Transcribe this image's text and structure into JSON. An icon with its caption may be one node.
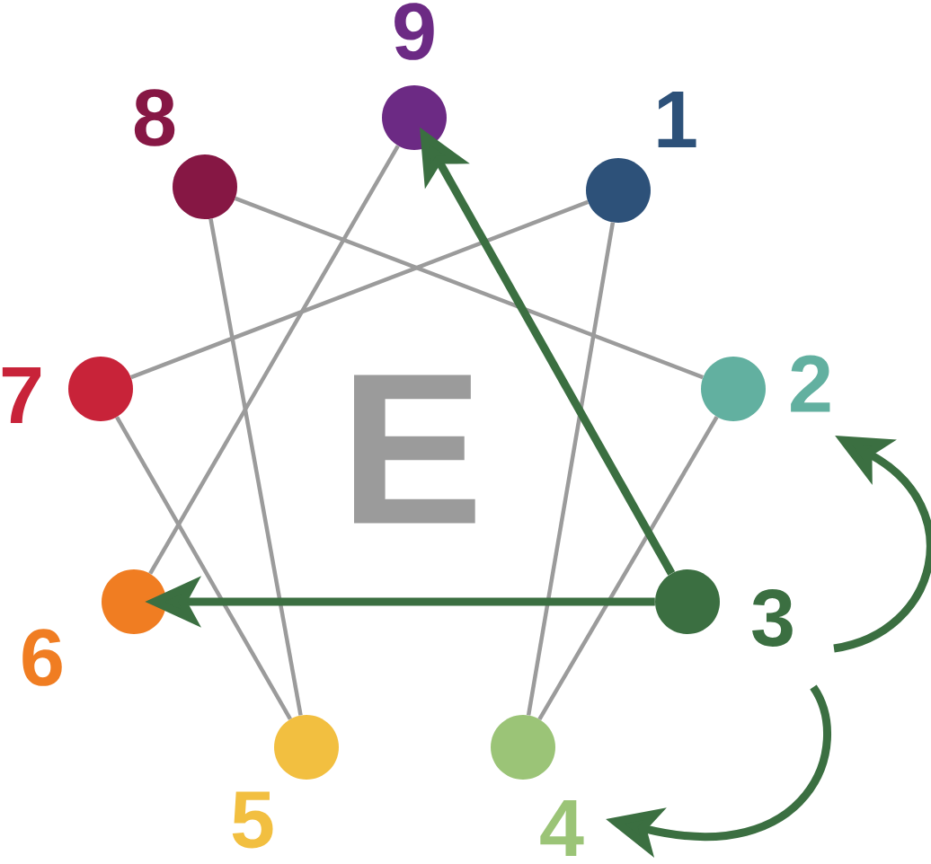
{
  "diagram": {
    "nodes": [
      {
        "text": [],
        "shape": "circle",
        "beside": [
          "9"
        ]
      },
      {
        "text": [],
        "shape": "circle",
        "beside": [
          "8"
        ]
      },
      {
        "text": [],
        "shape": "circle",
        "beside": [
          "1"
        ]
      },
      {
        "text": [],
        "shape": "circle",
        "beside": [
          "7"
        ]
      },
      {
        "text": [],
        "shape": "circle",
        "beside": [
          "2"
        ]
      },
      {
        "text": [],
        "shape": "circle",
        "beside": [
          "6"
        ]
      },
      {
        "text": [],
        "shape": "circle",
        "beside": [
          "3"
        ]
      },
      {
        "text": [],
        "shape": "circle",
        "beside": [
          "5"
        ]
      },
      {
        "text": [],
        "shape": "circle",
        "beside": [
          "4"
        ]
      }
    ],
    "edges": [
      {
        "from": 0,
        "to": 5,
        "arrow": "none"
      },
      {
        "from": 1,
        "to": 4,
        "arrow": "none"
      },
      {
        "from": 1,
        "to": 7,
        "arrow": "none"
      },
      {
        "from": 2,
        "to": 3,
        "arrow": "none"
      },
      {
        "from": 2,
        "to": 8,
        "arrow": "none"
      },
      {
        "from": 3,
        "to": 7,
        "arrow": "none"
      },
      {
        "from": 4,
        "to": 8,
        "arrow": "none"
      },
      {
        "from": 6,
        "to": 0,
        "arrow": "to",
        "style": "thick",
        "color": "#3b6f41"
      },
      {
        "from": 6,
        "to": 5,
        "arrow": "to",
        "style": "thick",
        "color": "#3b6f41"
      },
      {
        "from": 6,
        "to": 4,
        "arrow": "to",
        "style": "thick",
        "color": "#3b6f41"
      },
      {
        "from": 6,
        "to": 8,
        "arrow": "to",
        "style": "thick",
        "color": "#3b6f41"
      }
    ],
    "labels": [
      "E"
    ]
  }
}
